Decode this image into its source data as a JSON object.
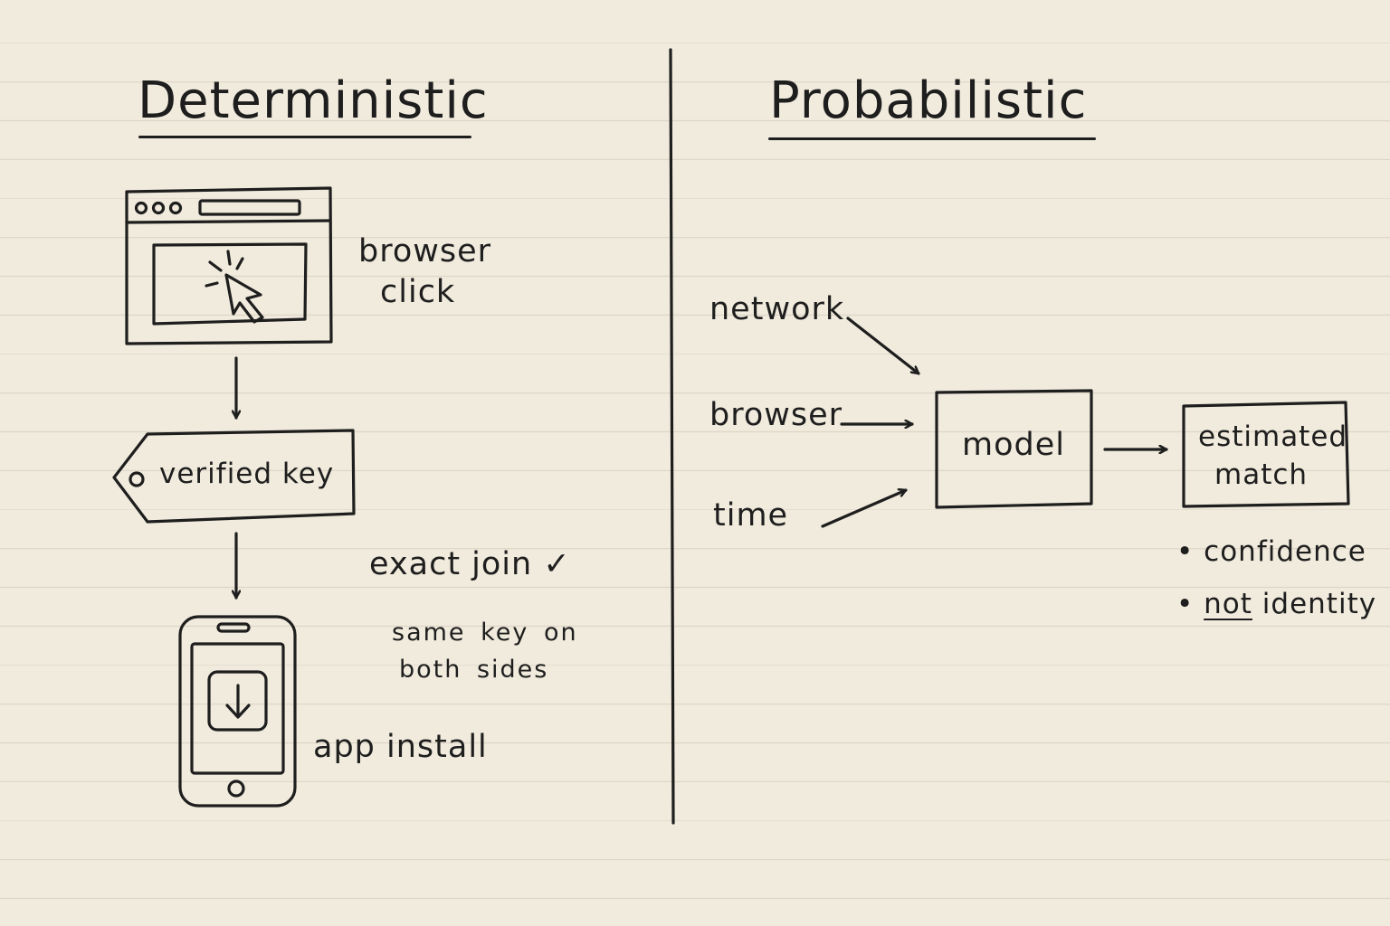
{
  "left": {
    "title": "Deterministic",
    "browser_label_line1": "browser",
    "browser_label_line2": "click",
    "tag_label": "verified key",
    "exact_join_label": "exact join ✓",
    "note_line1": "same key on",
    "note_line2": "both sides",
    "app_label": "app install"
  },
  "right": {
    "title": "Probabilistic",
    "inputs": [
      "network",
      "browser",
      "time"
    ],
    "model_label": "model",
    "result_line1": "estimated",
    "result_line2": "match",
    "bullets": [
      {
        "prefix": "",
        "emph": "",
        "text": "confidence"
      },
      {
        "prefix": "",
        "emph": "not",
        "text": " identity"
      }
    ],
    "bullet_mark": "•"
  },
  "icons": [
    "browser-window-icon",
    "cursor-click-icon",
    "key-tag-icon",
    "phone-icon",
    "download-icon"
  ]
}
